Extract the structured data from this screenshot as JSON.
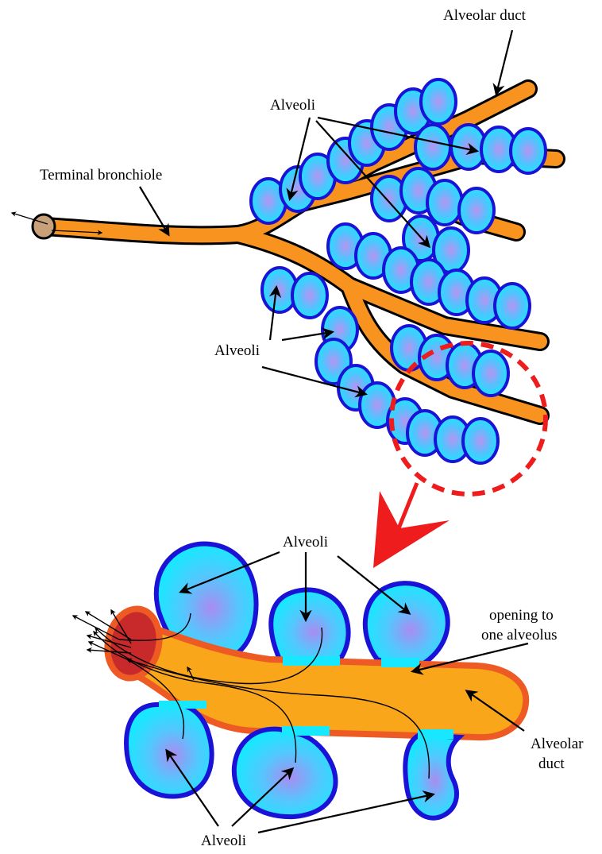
{
  "labels": {
    "alveolar_duct_top": "Alveolar duct",
    "alveoli_top": "Alveoli",
    "terminal_bronchiole": "Terminal bronchiole",
    "alveoli_middle": "Alveoli",
    "alveoli_lower_top": "Alveoli",
    "opening_line1": "opening to",
    "opening_line2": "one alveolus",
    "alveolar_duct_bottom_line1": "Alveolar",
    "alveolar_duct_bottom_line2": "duct",
    "alveoli_bottom": "Alveoli"
  },
  "colors": {
    "airway_fill": "#f7931e",
    "duct_fill": "#f9a61b",
    "duct_border": "#ee5a24",
    "alveolus_stroke": "#1a12d6",
    "alveolus_fill": "#18e8ff",
    "alveolus_center": "#a98cf0",
    "bronchiole_end": "#c8a07a",
    "duct_opening": "#c8292b",
    "magnify_red": "#ee1c1c"
  }
}
